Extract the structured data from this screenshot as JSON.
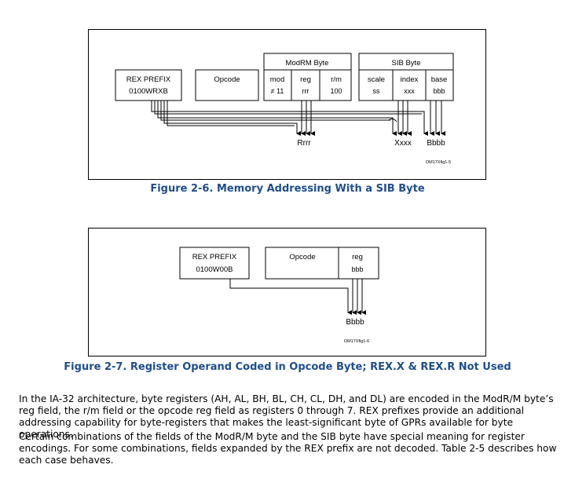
{
  "figure_2_6": {
    "rex": {
      "title": "REX PREFIX",
      "bits": "0100WRXB"
    },
    "opcode": "Opcode",
    "modrm": {
      "title": "ModRM Byte",
      "mod": "mod",
      "mod_val": "≠ 11",
      "reg": "reg",
      "reg_val": "rrr",
      "rm": "r/m",
      "rm_val": "100"
    },
    "sib": {
      "title": "SIB Byte",
      "scale": "scale",
      "scale_val": "ss",
      "index": "index",
      "index_val": "xxx",
      "base": "base",
      "base_val": "bbb"
    },
    "out_reg": "Rrrr",
    "out_index": "Xxxx",
    "out_base": "Bbbb",
    "code": "OM17Xfig1-5",
    "caption": "Figure 2-6.  Memory Addressing With a SIB Byte"
  },
  "figure_2_7": {
    "rex": {
      "title": "REX PREFIX",
      "bits": "0100W00B"
    },
    "opcode": "Opcode",
    "reg": "reg",
    "reg_val": "bbb",
    "out": "Bbbb",
    "code": "OM17Xfig1-6",
    "caption": "Figure 2-7.  Register Operand Coded in Opcode Byte; REX.X & REX.R Not Used"
  },
  "paragraphs": [
    "In the IA-32 architecture, byte registers (AH, AL, BH, BL, CH, CL, DH, and DL) are encoded in the ModR/M byte’s reg field, the r/m field or the opcode reg field as registers 0 through 7. REX prefixes provide an additional addressing capability for byte-registers that makes the least-significant byte of GPRs available for byte operations.",
    "Certain combinations of the fields of the ModR/M byte and the SIB byte have special meaning for register encodings. For some combinations, fields expanded by the REX prefix are not decoded. Table 2-5 describes how each case behaves."
  ],
  "colors": {
    "caption": "#1e4e8c"
  }
}
